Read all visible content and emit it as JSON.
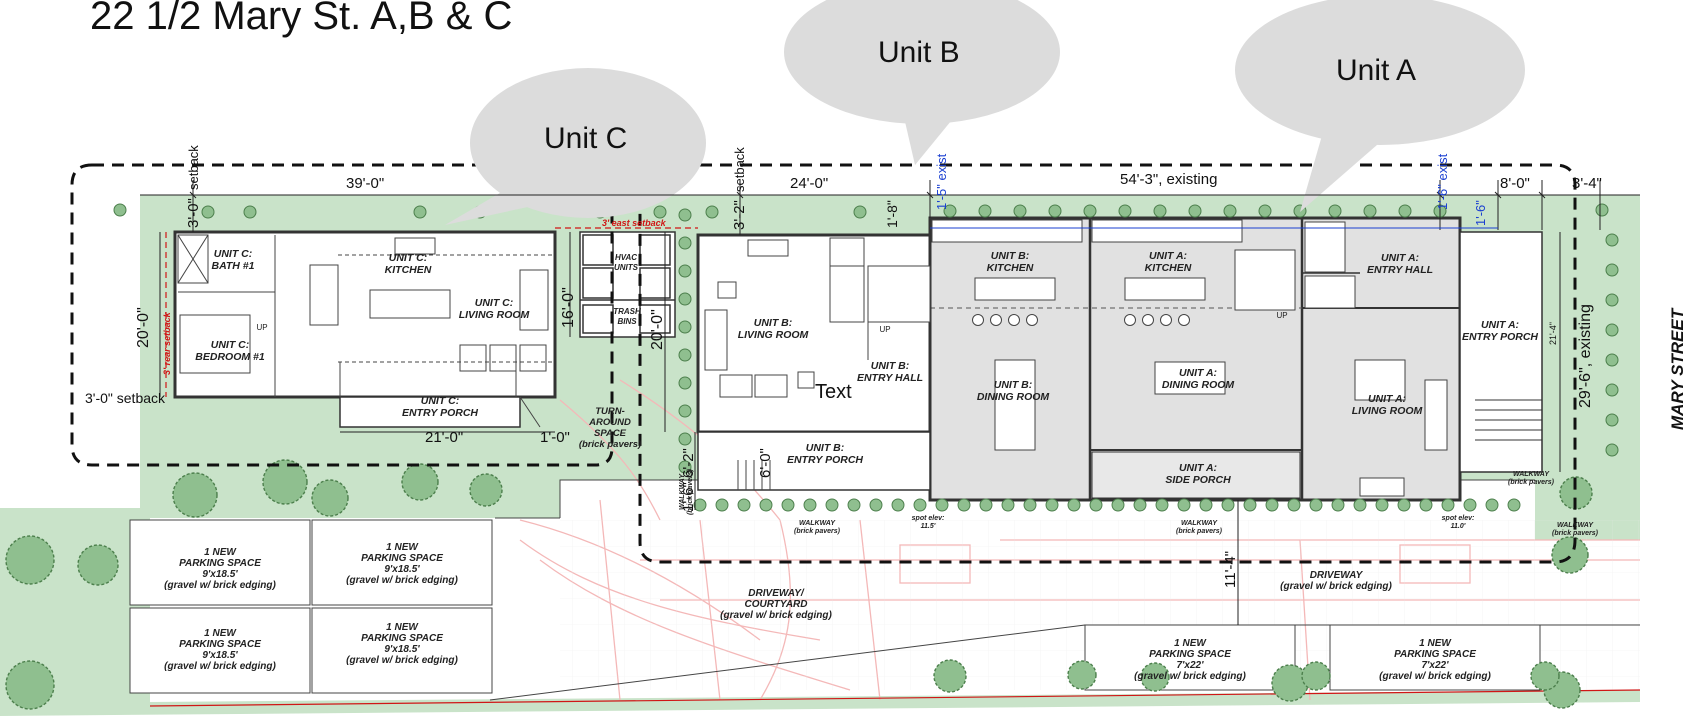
{
  "title": "22 1/2 Mary St. A,B & C",
  "street_label": "MARY STREET",
  "bubbles": {
    "unit_c": "Unit C",
    "unit_b": "Unit B",
    "unit_a": "Unit A"
  },
  "dimensions": {
    "d_39": "39'-0\"",
    "d_24": "24'-0\"",
    "d_54": "54'-3\", existing",
    "d_8": "8'-0\"",
    "d_3_4": "3'-4\"",
    "d_3_0": "3'-0\"",
    "d_3_2": "3'-2\"",
    "d_1_8": "1'-8\"",
    "d_20_c": "20'-0\"",
    "d_16": "16'-0\"",
    "d_20_b": "20'-0\"",
    "d_21_0": "21'-0\"",
    "d_1_0": "1'-0\"",
    "d_29_6": "29'-6\", existing",
    "d_21_4": "21'-4\"",
    "d_6_2": "6'-2\"",
    "d_6_0": "6'-0\"",
    "d_1_6_v": "1'-6\"",
    "d_11_4": "11'-4\"",
    "d_1_5_exist": "1'-5\" exist",
    "d_1_6_exist": "1'-6\" exist",
    "d_1_6_small": "1'-6\"",
    "d_3_0_setback_left": "3'-0\" setback"
  },
  "setbacks": {
    "setback_top_c": "setback",
    "setback_top_b": "setback",
    "rear": "3' rear setback",
    "east": "3' east setback"
  },
  "rooms": {
    "c_bath": [
      "UNIT C:",
      "BATH #1"
    ],
    "c_kitchen": [
      "UNIT C:",
      "KITCHEN"
    ],
    "c_living": [
      "UNIT C:",
      "LIVING ROOM"
    ],
    "c_bedroom": [
      "UNIT C:",
      "BEDROOM #1"
    ],
    "c_entry_porch": [
      "UNIT C:",
      "ENTRY PORCH"
    ],
    "hvac": [
      "HVAC",
      "UNITS"
    ],
    "trash": [
      "TRASH",
      "BINS"
    ],
    "turnaround": [
      "TURN-",
      "AROUND",
      "SPACE",
      "(brick pavers)"
    ],
    "b_living": [
      "UNIT B:",
      "LIVING ROOM"
    ],
    "b_entry_hall": [
      "UNIT B:",
      "ENTRY HALL"
    ],
    "b_entry_porch": [
      "UNIT B:",
      "ENTRY PORCH"
    ],
    "b_kitchen": [
      "UNIT B:",
      "KITCHEN"
    ],
    "b_dining": [
      "UNIT B:",
      "DINING ROOM"
    ],
    "a_kitchen": [
      "UNIT A:",
      "KITCHEN"
    ],
    "a_dining": [
      "UNIT A:",
      "DINING ROOM"
    ],
    "a_side_porch": [
      "UNIT A:",
      "SIDE PORCH"
    ],
    "a_entry_hall": [
      "UNIT A:",
      "ENTRY HALL"
    ],
    "a_living": [
      "UNIT A:",
      "LIVING ROOM"
    ],
    "a_entry_porch": [
      "UNIT A:",
      "ENTRY PORCH"
    ]
  },
  "misc": {
    "up": "UP",
    "text_placeholder": "Text",
    "walkway_vertical": [
      "WALKWAY",
      "(brick pavers)"
    ],
    "walkway_1": [
      "WALKWAY",
      "(brick pavers)"
    ],
    "walkway_2": [
      "WALKWAY",
      "(brick pavers)"
    ],
    "walkway_3": [
      "WALKWAY",
      "(brick pavers)"
    ],
    "walkway_4": [
      "WALKWAY",
      "(brick pavers)"
    ],
    "spot_elev_1": [
      "spot elev:",
      "11.5'"
    ],
    "spot_elev_2": [
      "spot elev:",
      "11.0'"
    ]
  },
  "parking": {
    "p1": [
      "1 NEW",
      "PARKING SPACE",
      "9'x18.5'",
      "(gravel w/ brick edging)"
    ],
    "p2": [
      "1 NEW",
      "PARKING SPACE",
      "9'x18.5'",
      "(gravel w/ brick edging)"
    ],
    "p3": [
      "1 NEW",
      "PARKING SPACE",
      "9'x18.5'",
      "(gravel w/ brick edging)"
    ],
    "p4": [
      "1 NEW",
      "PARKING SPACE",
      "9'x18.5'",
      "(gravel w/ brick edging)"
    ],
    "p5": [
      "1 NEW",
      "PARKING SPACE",
      "7'x22'",
      "(gravel w/ brick edging)"
    ],
    "p6": [
      "1 NEW",
      "PARKING SPACE",
      "7'x22'",
      "(gravel w/ brick edging)"
    ]
  },
  "driveway": {
    "courtyard": [
      "DRIVEWAY/",
      "COURTYARD",
      "(gravel w/ brick edging)"
    ],
    "main": [
      "DRIVEWAY",
      "(gravel w/ brick edging)"
    ]
  },
  "colors": {
    "grass": "#c9e3c9",
    "tree": "#8fbf8f",
    "tree_stroke": "#4c7f4c",
    "bubble": "#dcdcdc",
    "shade": "#e1e1e1",
    "survey": "#f4b8b8",
    "dim_blue": "#1a3fd1",
    "red": "#d01616"
  }
}
